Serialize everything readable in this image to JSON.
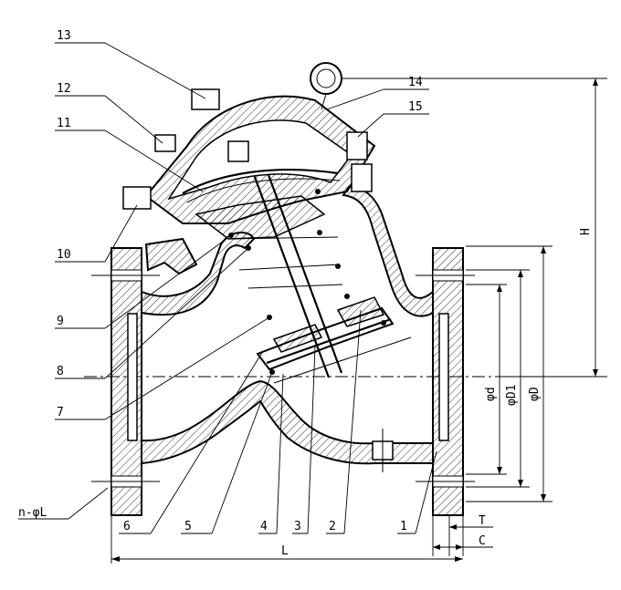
{
  "part_labels": [
    {
      "key": "p13",
      "text": "13"
    },
    {
      "key": "p12",
      "text": "12"
    },
    {
      "key": "p11",
      "text": "11"
    },
    {
      "key": "p10",
      "text": "10"
    },
    {
      "key": "p9",
      "text": "9"
    },
    {
      "key": "p8",
      "text": "8"
    },
    {
      "key": "p7",
      "text": "7"
    },
    {
      "key": "p14",
      "text": "14"
    },
    {
      "key": "p15",
      "text": "15"
    },
    {
      "key": "p6",
      "text": "6"
    },
    {
      "key": "p5",
      "text": "5"
    },
    {
      "key": "p4",
      "text": "4"
    },
    {
      "key": "p3",
      "text": "3"
    },
    {
      "key": "p2",
      "text": "2"
    },
    {
      "key": "p1",
      "text": "1"
    }
  ],
  "dimensions": {
    "H": "H",
    "d": "φd",
    "D1": "φD1",
    "D": "φD",
    "T": "T",
    "C": "C",
    "L": "L",
    "bolt": "n-φL"
  }
}
